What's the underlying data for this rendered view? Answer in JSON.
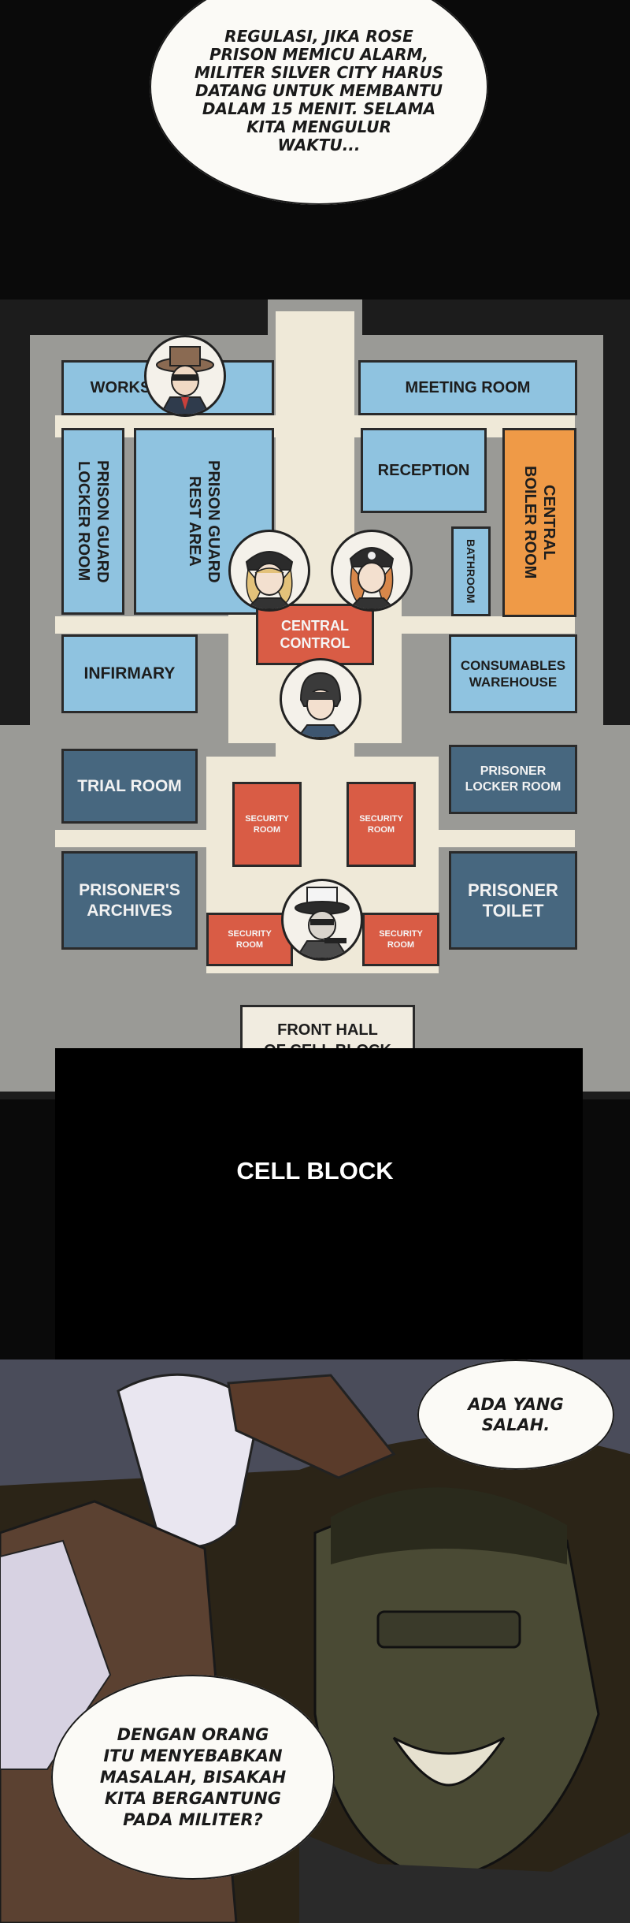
{
  "bubbles": {
    "top": [
      "REGULASI, JIKA ROSE",
      "PRISON MEMICU ALARM,",
      "MILITER SILVER CITY HARUS",
      "DATANG UNTUK MEMBANTU",
      "DALAM 15 MENIT. SELAMA",
      "KITA MENGULUR",
      "WAKTU..."
    ],
    "middle": [
      "ADA YANG",
      "SALAH."
    ],
    "bottom": [
      "DENGAN ORANG",
      "ITU MENYEBABKAN",
      "MASALAH, BISAKAH",
      "KITA BERGANTUNG",
      "PADA MILITER?"
    ]
  },
  "map": {
    "rooms": {
      "works": "WORKS",
      "meeting_room": "MEETING ROOM",
      "reception": "RECEPTION",
      "locker_room": [
        "PRISON GUARD",
        "LOCKER ROOM"
      ],
      "rest_area": [
        "PRISON GUARD",
        "REST AREA"
      ],
      "boiler_room": [
        "CENTRAL",
        "BOILER ROOM"
      ],
      "bathroom": "BATHROOM",
      "central_control": [
        "CENTRAL",
        "CONTROL"
      ],
      "infirmary": "INFIRMARY",
      "consumables": [
        "CONSUMABLES",
        "WAREHOUSE"
      ],
      "trial_room": "TRIAL ROOM",
      "prisoner_locker": [
        "PRISONER",
        "LOCKER ROOM"
      ],
      "security_1": [
        "SECURITY",
        "ROOM"
      ],
      "security_2": [
        "SECURITY",
        "ROOM"
      ],
      "security_3": [
        "SECURITY",
        "ROOM"
      ],
      "security_4": [
        "SECURITY",
        "ROOM"
      ],
      "archives": [
        "PRISONER'S",
        "ARCHIVES"
      ],
      "toilet": [
        "PRISONER",
        "TOILET"
      ],
      "front_hall": [
        "FRONT HALL",
        "OF CELL BLOCK"
      ]
    },
    "cell_block": "CELL BLOCK"
  },
  "colors": {
    "light_room": "#8fc3e0",
    "dark_room": "#47677f",
    "boiler": "#ef9a47",
    "security": "#d95c45",
    "corridor": "#efe9d8"
  }
}
